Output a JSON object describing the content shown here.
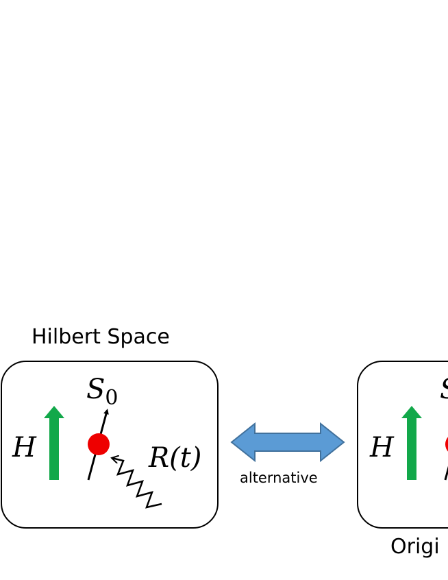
{
  "left_panel": {
    "title": "Hilbert Space",
    "field_label": "H",
    "spin_label": "S",
    "spin_subscript": "0",
    "noise_label": "R(t)"
  },
  "double_arrow": {
    "label": "alternative"
  },
  "right_panel": {
    "field_label": "H",
    "caption": "Origi",
    "partial_spin_label": "S"
  },
  "colors": {
    "field_arrow": "#12a84a",
    "spin_dot": "#ee0000",
    "double_arrow_fill": "#5b9bd5",
    "double_arrow_stroke": "#41719c",
    "box_stroke": "#000000"
  }
}
